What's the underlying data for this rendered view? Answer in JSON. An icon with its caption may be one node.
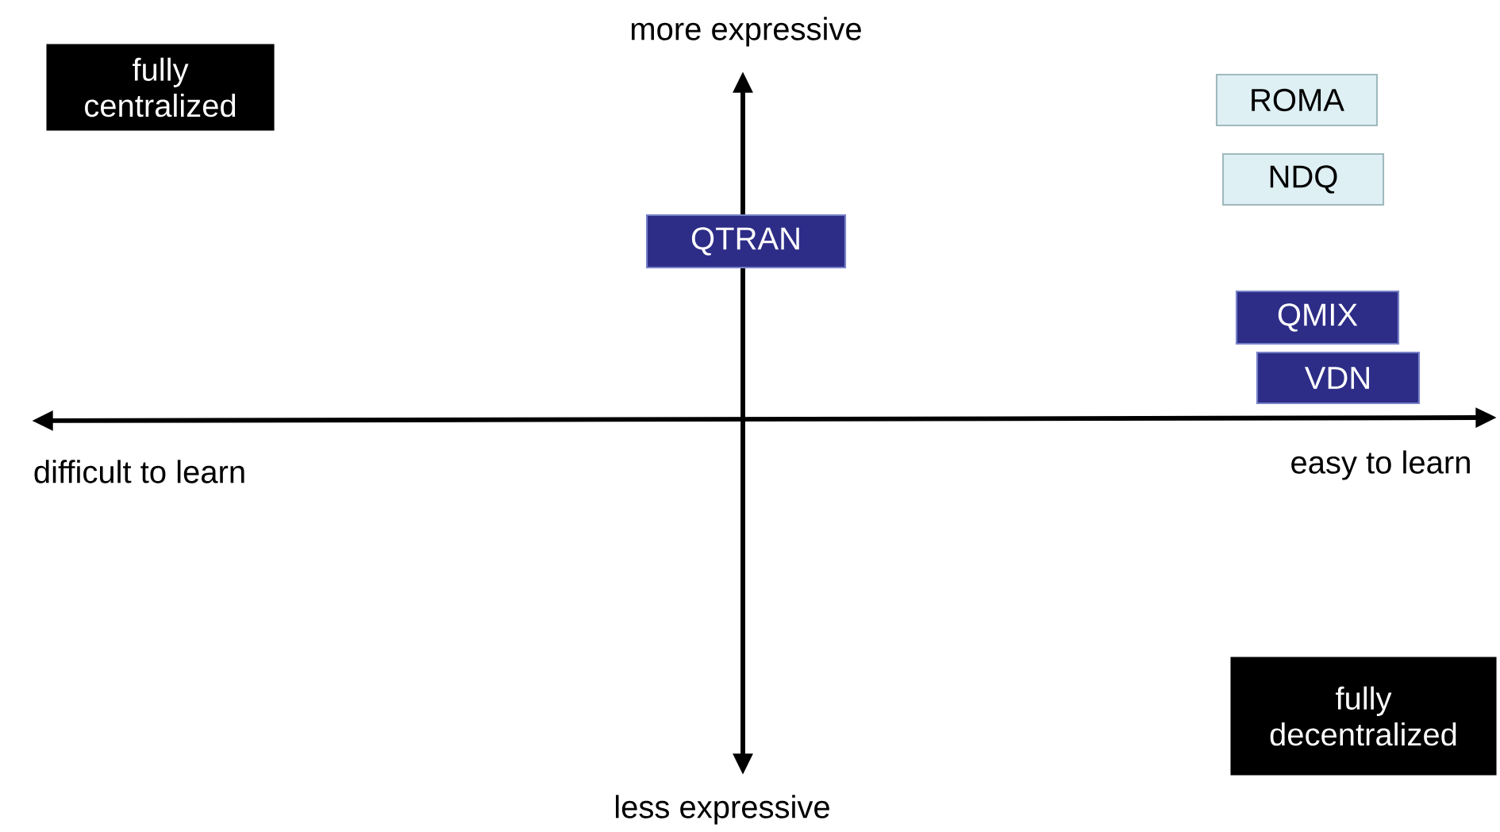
{
  "diagram": {
    "nodes": [
      {
        "text": [
          "fully centralized"
        ]
      },
      {
        "text": [
          "ROMA"
        ]
      },
      {
        "text": [
          "NDQ"
        ]
      },
      {
        "text": [
          "QTRAN"
        ]
      },
      {
        "text": [
          "QMIX"
        ]
      },
      {
        "text": [
          "VDN"
        ]
      },
      {
        "text": [
          "fully decentralized"
        ]
      }
    ],
    "labels": [
      "more expressive",
      "difficult to learn",
      "easy to learn",
      "less expressive"
    ]
  }
}
